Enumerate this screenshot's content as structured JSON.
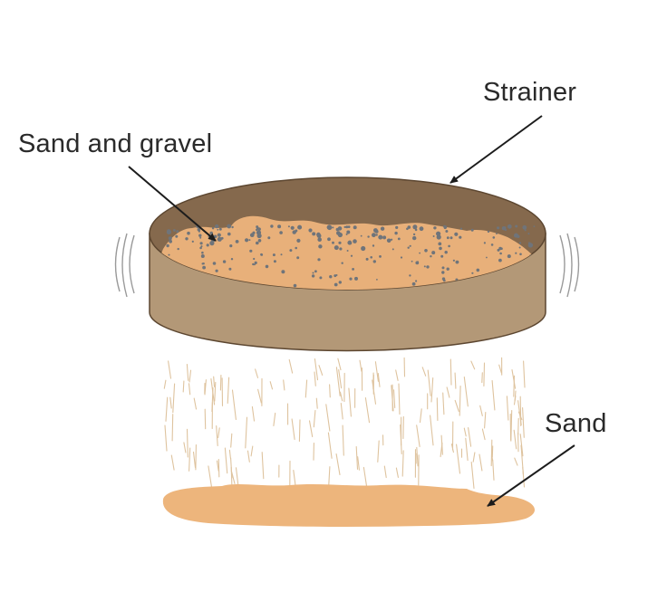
{
  "labels": {
    "strainer": "Strainer",
    "sand_and_gravel": "Sand and gravel",
    "sand": "Sand"
  },
  "colors": {
    "strainer_outer": "#b39877",
    "strainer_rim_inner": "#85694d",
    "strainer_outline": "#5c4630",
    "sand": "#edb57c",
    "sand_in_strainer": "#e8b07a",
    "gravel": "#6f747a",
    "falling_sand": "#d9b98e",
    "motion_lines": "#9a9a9a",
    "pointer": "#1c1c1c"
  },
  "icons": {
    "strainer": "strainer-icon",
    "motion": "motion-lines-icon"
  }
}
